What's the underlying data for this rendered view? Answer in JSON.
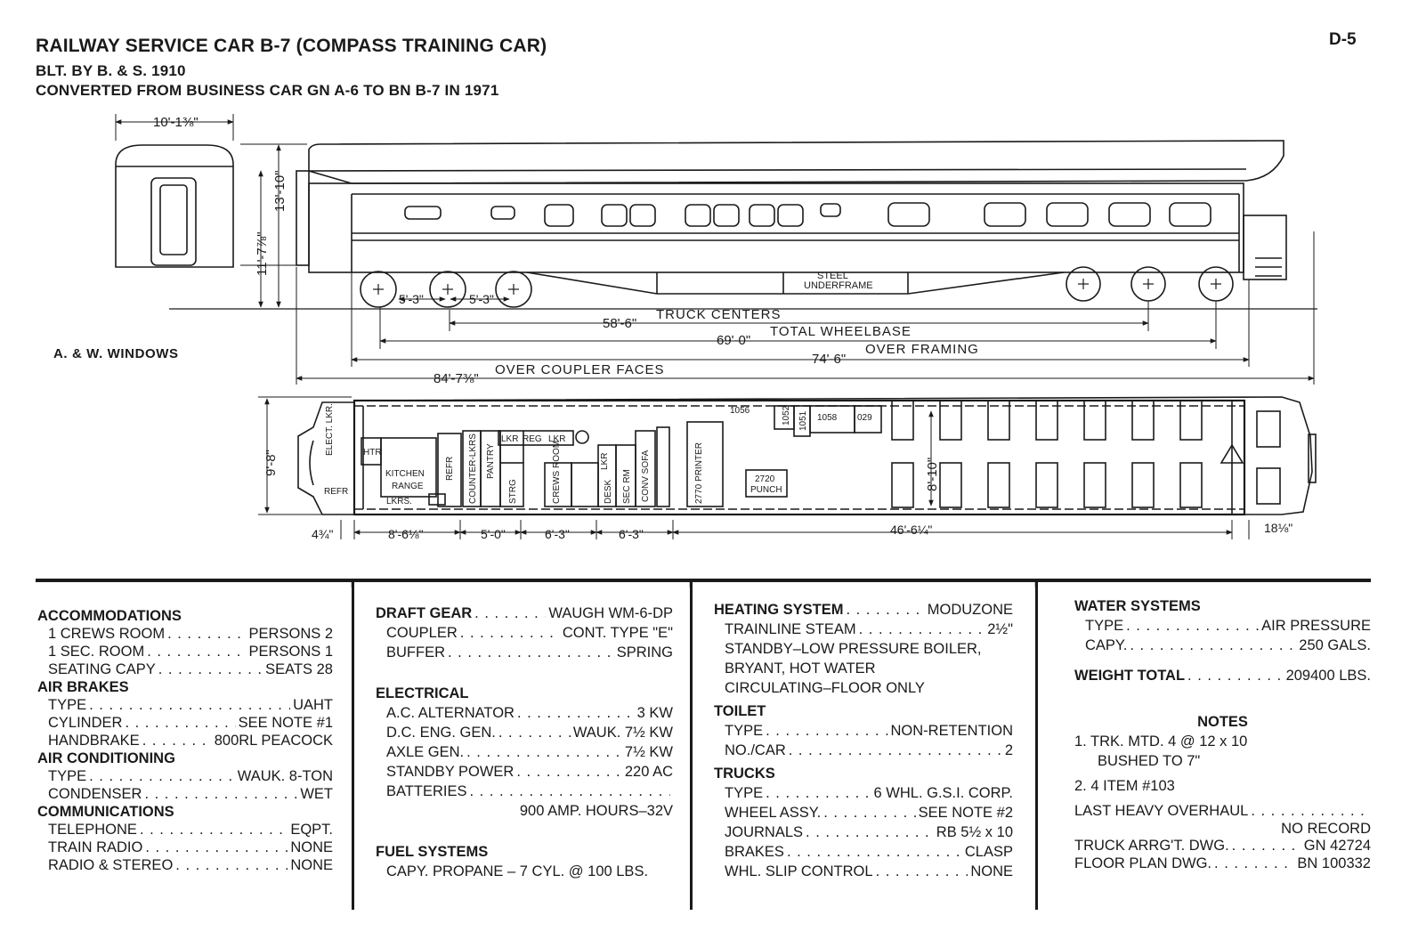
{
  "header": {
    "title": "RAILWAY SERVICE CAR B-7 (COMPASS TRAINING CAR)",
    "built": "BLT. BY B. & S. 1910",
    "converted": "CONVERTED FROM BUSINESS CAR GN A-6 TO BN B-7 IN 1971",
    "page_id": "D-5"
  },
  "windows_label": "A. & W. WINDOWS",
  "elevation": {
    "end_width": "10'-1⅜\"",
    "height_rail": "13'-10\"",
    "height_floor": "11'-7⅞\"",
    "underframe_1": "STEEL",
    "underframe_2": "UNDERFRAME",
    "wheel_spacing_1": "5'-3\"",
    "wheel_spacing_2": "5'-3\"",
    "truck_centers_val": "58'-6\"",
    "truck_centers_lbl": "TRUCK CENTERS",
    "wheelbase_val": "69'-0\"",
    "wheelbase_lbl": "TOTAL WHEELBASE",
    "framing_val": "74'-6\"",
    "framing_lbl": "OVER FRAMING",
    "coupler_val": "84'-7⅜\"",
    "coupler_lbl": "OVER COUPLER FACES"
  },
  "plan": {
    "width_outer": "9'-8\"",
    "width_inner": "8'-10\"",
    "rooms": {
      "elect_lkr": "ELECT. LKR.",
      "refr_end": "REFR",
      "htr": "HTR",
      "kitchen": "KITCHEN",
      "range": "RANGE",
      "lkrs": "LKRS.",
      "refr": "REFR",
      "counter": "COUNTER-LKRS",
      "pantry": "PANTRY",
      "lkr1": "LKR",
      "reg": "REG",
      "lkr2": "LKR",
      "strg": "STRG",
      "crews": "CREWS ROOM",
      "lkr3": "LKR",
      "desk": "DESK",
      "sec_rm": "SEC RM",
      "conv_sofa": "CONV SOFA",
      "printer": "2770 PRINTER",
      "punch_1": "2720",
      "punch_2": "PUNCH",
      "eq_1056": "1056",
      "eq_1052": "1052",
      "eq_1051": "1051",
      "eq_1058": "1058",
      "eq_029": "029"
    },
    "dims": [
      "4¾\"",
      "8'-6⅛\"",
      "5'-0\"",
      "6'-3\"",
      "6'-3\"",
      "46'-6¼\"",
      "18⅛\""
    ]
  },
  "specs": {
    "col1": {
      "accommodations": "ACCOMMODATIONS",
      "crews_room_k": "1 CREWS ROOM",
      "crews_room_v": "PERSONS 2",
      "sec_room_k": "1 SEC. ROOM",
      "sec_room_v": "PERSONS 1",
      "seating_k": "SEATING CAPY",
      "seating_v": "SEATS 28",
      "air_brakes": "AIR BRAKES",
      "ab_type_k": "TYPE",
      "ab_type_v": "UAHT",
      "cylinder_k": "CYLINDER",
      "cylinder_v": "SEE NOTE #1",
      "handbrake_k": "HANDBRAKE",
      "handbrake_v": "800RL PEACOCK",
      "air_cond": "AIR CONDITIONING",
      "ac_type_k": "TYPE",
      "ac_type_v": "WAUK. 8-TON",
      "condenser_k": "CONDENSER",
      "condenser_v": "WET",
      "comms": "COMMUNICATIONS",
      "telephone_k": "TELEPHONE",
      "telephone_v": "EQPT.",
      "radio_k": "TRAIN RADIO",
      "radio_v": "NONE",
      "stereo_k": "RADIO & STEREO",
      "stereo_v": "NONE"
    },
    "col2": {
      "draft_gear_k": "DRAFT GEAR",
      "draft_gear_v": "WAUGH WM-6-DP",
      "coupler_k": "COUPLER",
      "coupler_v": "CONT. TYPE \"E\"",
      "buffer_k": "BUFFER",
      "buffer_v": "SPRING",
      "electrical": "ELECTRICAL",
      "alt_k": "A.C. ALTERNATOR",
      "alt_v": "3 KW",
      "dc_k": "D.C. ENG. GEN.",
      "dc_v": "WAUK. 7½ KW",
      "axle_k": "AXLE GEN.",
      "axle_v": "7½ KW",
      "standby_k": "STANDBY POWER",
      "standby_v": "220 AC",
      "batteries_k": "BATTERIES",
      "batteries_v": "900 AMP. HOURS–32V",
      "fuel": "FUEL SYSTEMS",
      "propane": "CAPY. PROPANE – 7 CYL. @ 100 LBS."
    },
    "col3": {
      "heating_k": "HEATING SYSTEM",
      "heating_v": "MODUZONE",
      "steam_k": "TRAINLINE STEAM",
      "steam_v": "2½\"",
      "standby_1": "STANDBY–LOW PRESSURE BOILER,",
      "standby_2": "BRYANT, HOT WATER",
      "standby_3": "CIRCULATING–FLOOR ONLY",
      "toilet": "TOILET",
      "toilet_type_k": "TYPE",
      "toilet_type_v": "NON-RETENTION",
      "per_car_k": "NO./CAR",
      "per_car_v": "2",
      "trucks": "TRUCKS",
      "truck_type_k": "TYPE",
      "truck_type_v": "6 WHL. G.S.I. CORP.",
      "wheel_k": "WHEEL ASSY.",
      "wheel_v": "SEE NOTE #2",
      "journals_k": "JOURNALS",
      "journals_v": "RB 5½ x 10",
      "brakes_k": "BRAKES",
      "brakes_v": "CLASP",
      "slip_k": "WHL. SLIP CONTROL",
      "slip_v": "NONE"
    },
    "col4": {
      "water": "WATER SYSTEMS",
      "water_type_k": "TYPE",
      "water_type_v": "AIR PRESSURE",
      "capy_k": "CAPY.",
      "capy_v": "250 GALS.",
      "weight_k": "WEIGHT TOTAL",
      "weight_v": "209400 LBS.",
      "notes": "NOTES",
      "note1_a": "1. TRK. MTD. 4 @ 12 x 10",
      "note1_b": "BUSHED TO 7\"",
      "note2": "2. 4 ITEM #103",
      "overhaul_k": "LAST HEAVY OVERHAUL",
      "overhaul_v": "NO RECORD",
      "truck_dwg_k": "TRUCK ARRG'T. DWG.",
      "truck_dwg_v": "GN 42724",
      "floor_dwg_k": "FLOOR PLAN DWG.",
      "floor_dwg_v": "BN 100332"
    }
  }
}
